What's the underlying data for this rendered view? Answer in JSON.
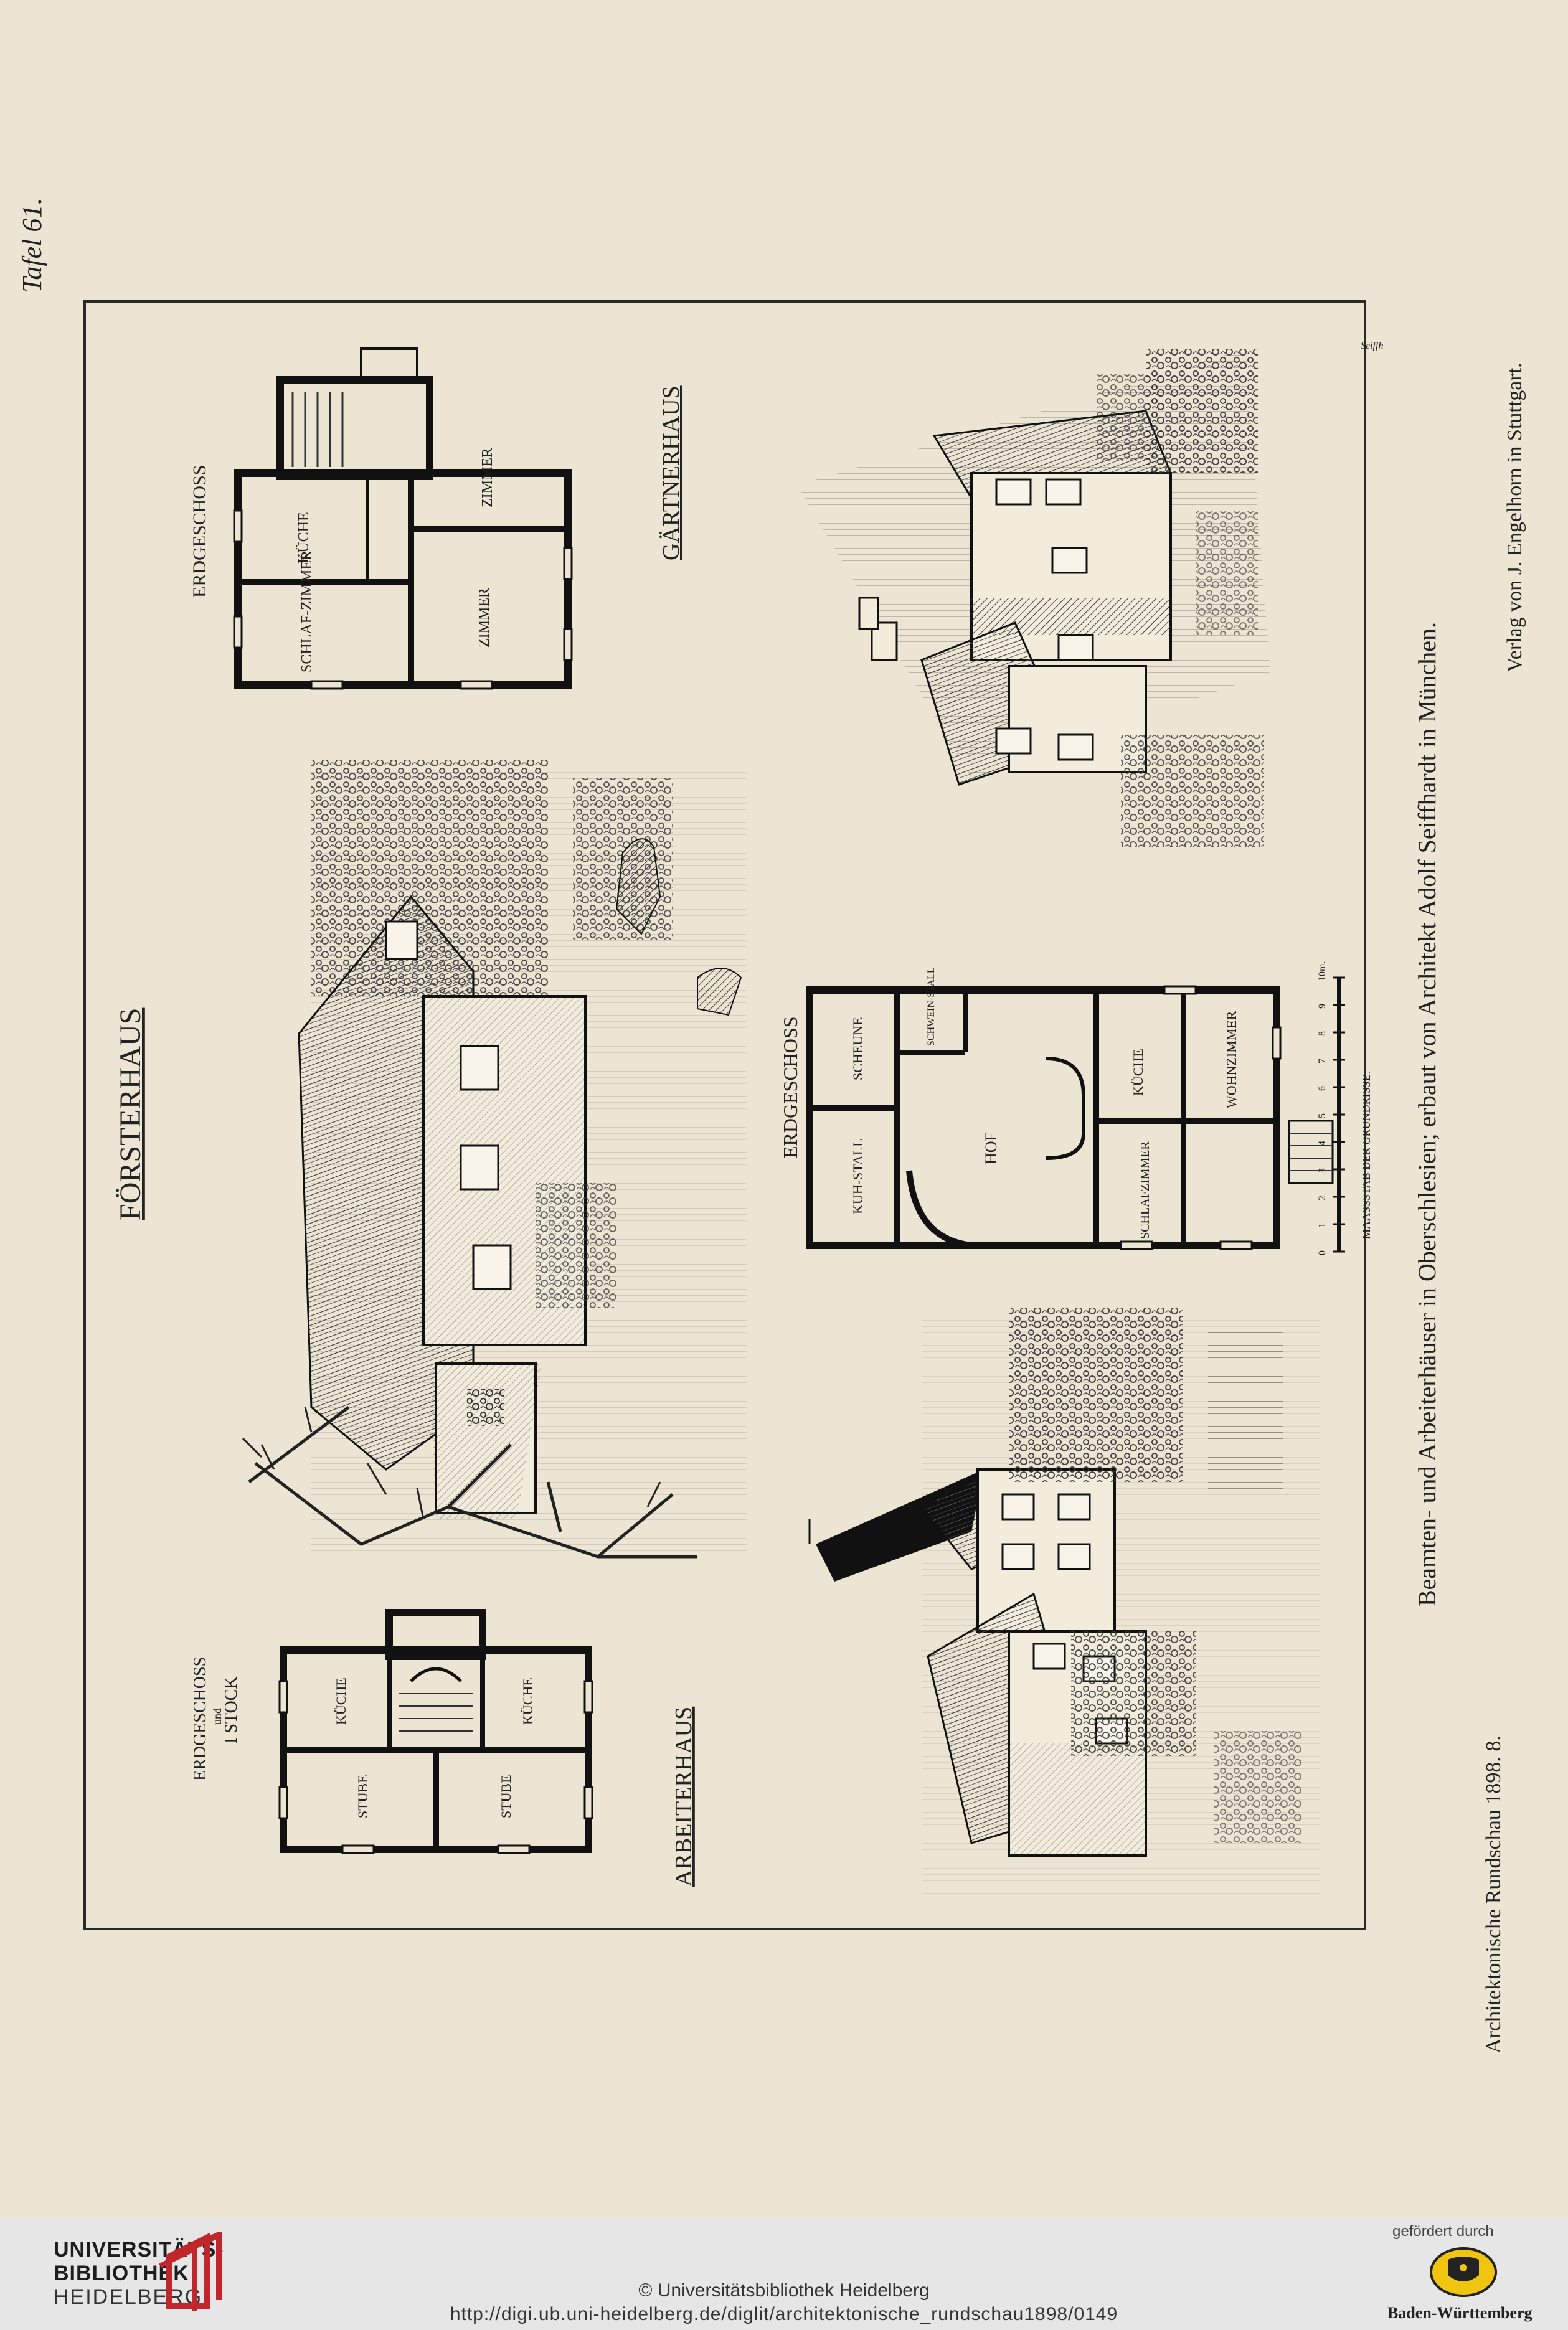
{
  "plate": {
    "tafel": "Tafel 61.",
    "publisher_credit": "Verlag von J. Engelhorn in Stuttgart.",
    "caption": "Beamten- und Arbeiterhäuser in Oberschlesien; erbaut von Architekt Adolf Seiffhardt in München.",
    "journal": "Architektonische Rundschau 1898. 8.",
    "artist_signature": "Seiffh"
  },
  "forsterhaus": {
    "title": "FÖRSTERHAUS"
  },
  "gaertnerhaus": {
    "title": "GÄRTNERHAUS",
    "plan_title": "ERDGESCHOSS",
    "rooms": {
      "schlafzimmer": "SCHLAF-ZIMMER",
      "kueche": "KÜCHE",
      "zimmer_1": "ZIMMER",
      "zimmer_2": "ZIMMER"
    }
  },
  "arbeiterhaus": {
    "title": "ARBEITERHAUS",
    "plan_title": "ERDGESCHOSS und I STOCK",
    "plan_title_lines": [
      "ERDGESCHOSS",
      "und",
      "I STOCK"
    ],
    "rooms": {
      "kueche_1": "KÜCHE",
      "kueche_2": "KÜCHE",
      "stube_1": "STUBE",
      "stube_2": "STUBE"
    }
  },
  "farm_plan": {
    "title": "ERDGESCHOSS",
    "rooms": {
      "scheune": "SCHEUNE",
      "schweinestall": "SCHWEIN-STALL",
      "kuhstall": "KUH-STALL",
      "hof": "HOF",
      "kueche": "KÜCHE",
      "wohnzimmer": "WOHNZIMMER",
      "schlafzimmer": "SCHLAFZIMMER"
    },
    "scale_label": "MAASSSTAB DER GRUNDRISSE.",
    "scale_ticks": [
      "0",
      "1",
      "2",
      "3",
      "4",
      "5",
      "6",
      "7",
      "8",
      "9",
      "10m."
    ]
  },
  "footer": {
    "library_line1": "UNIVERSITÄTS-",
    "library_line2": "BIBLIOTHEK",
    "library_line3": "HEIDELBERG",
    "copyright": "© Universitätsbibliothek Heidelberg",
    "url": "http://digi.ub.uni-heidelberg.de/diglit/architektonische_rundschau1898/0149",
    "funded_by": "gefördert durch",
    "funder": "Baden-Württemberg"
  },
  "colors": {
    "paper": "#ede5d4",
    "ink": "#222222",
    "footer_bg": "#e6e6e6",
    "logo_red": "#c0272d"
  }
}
